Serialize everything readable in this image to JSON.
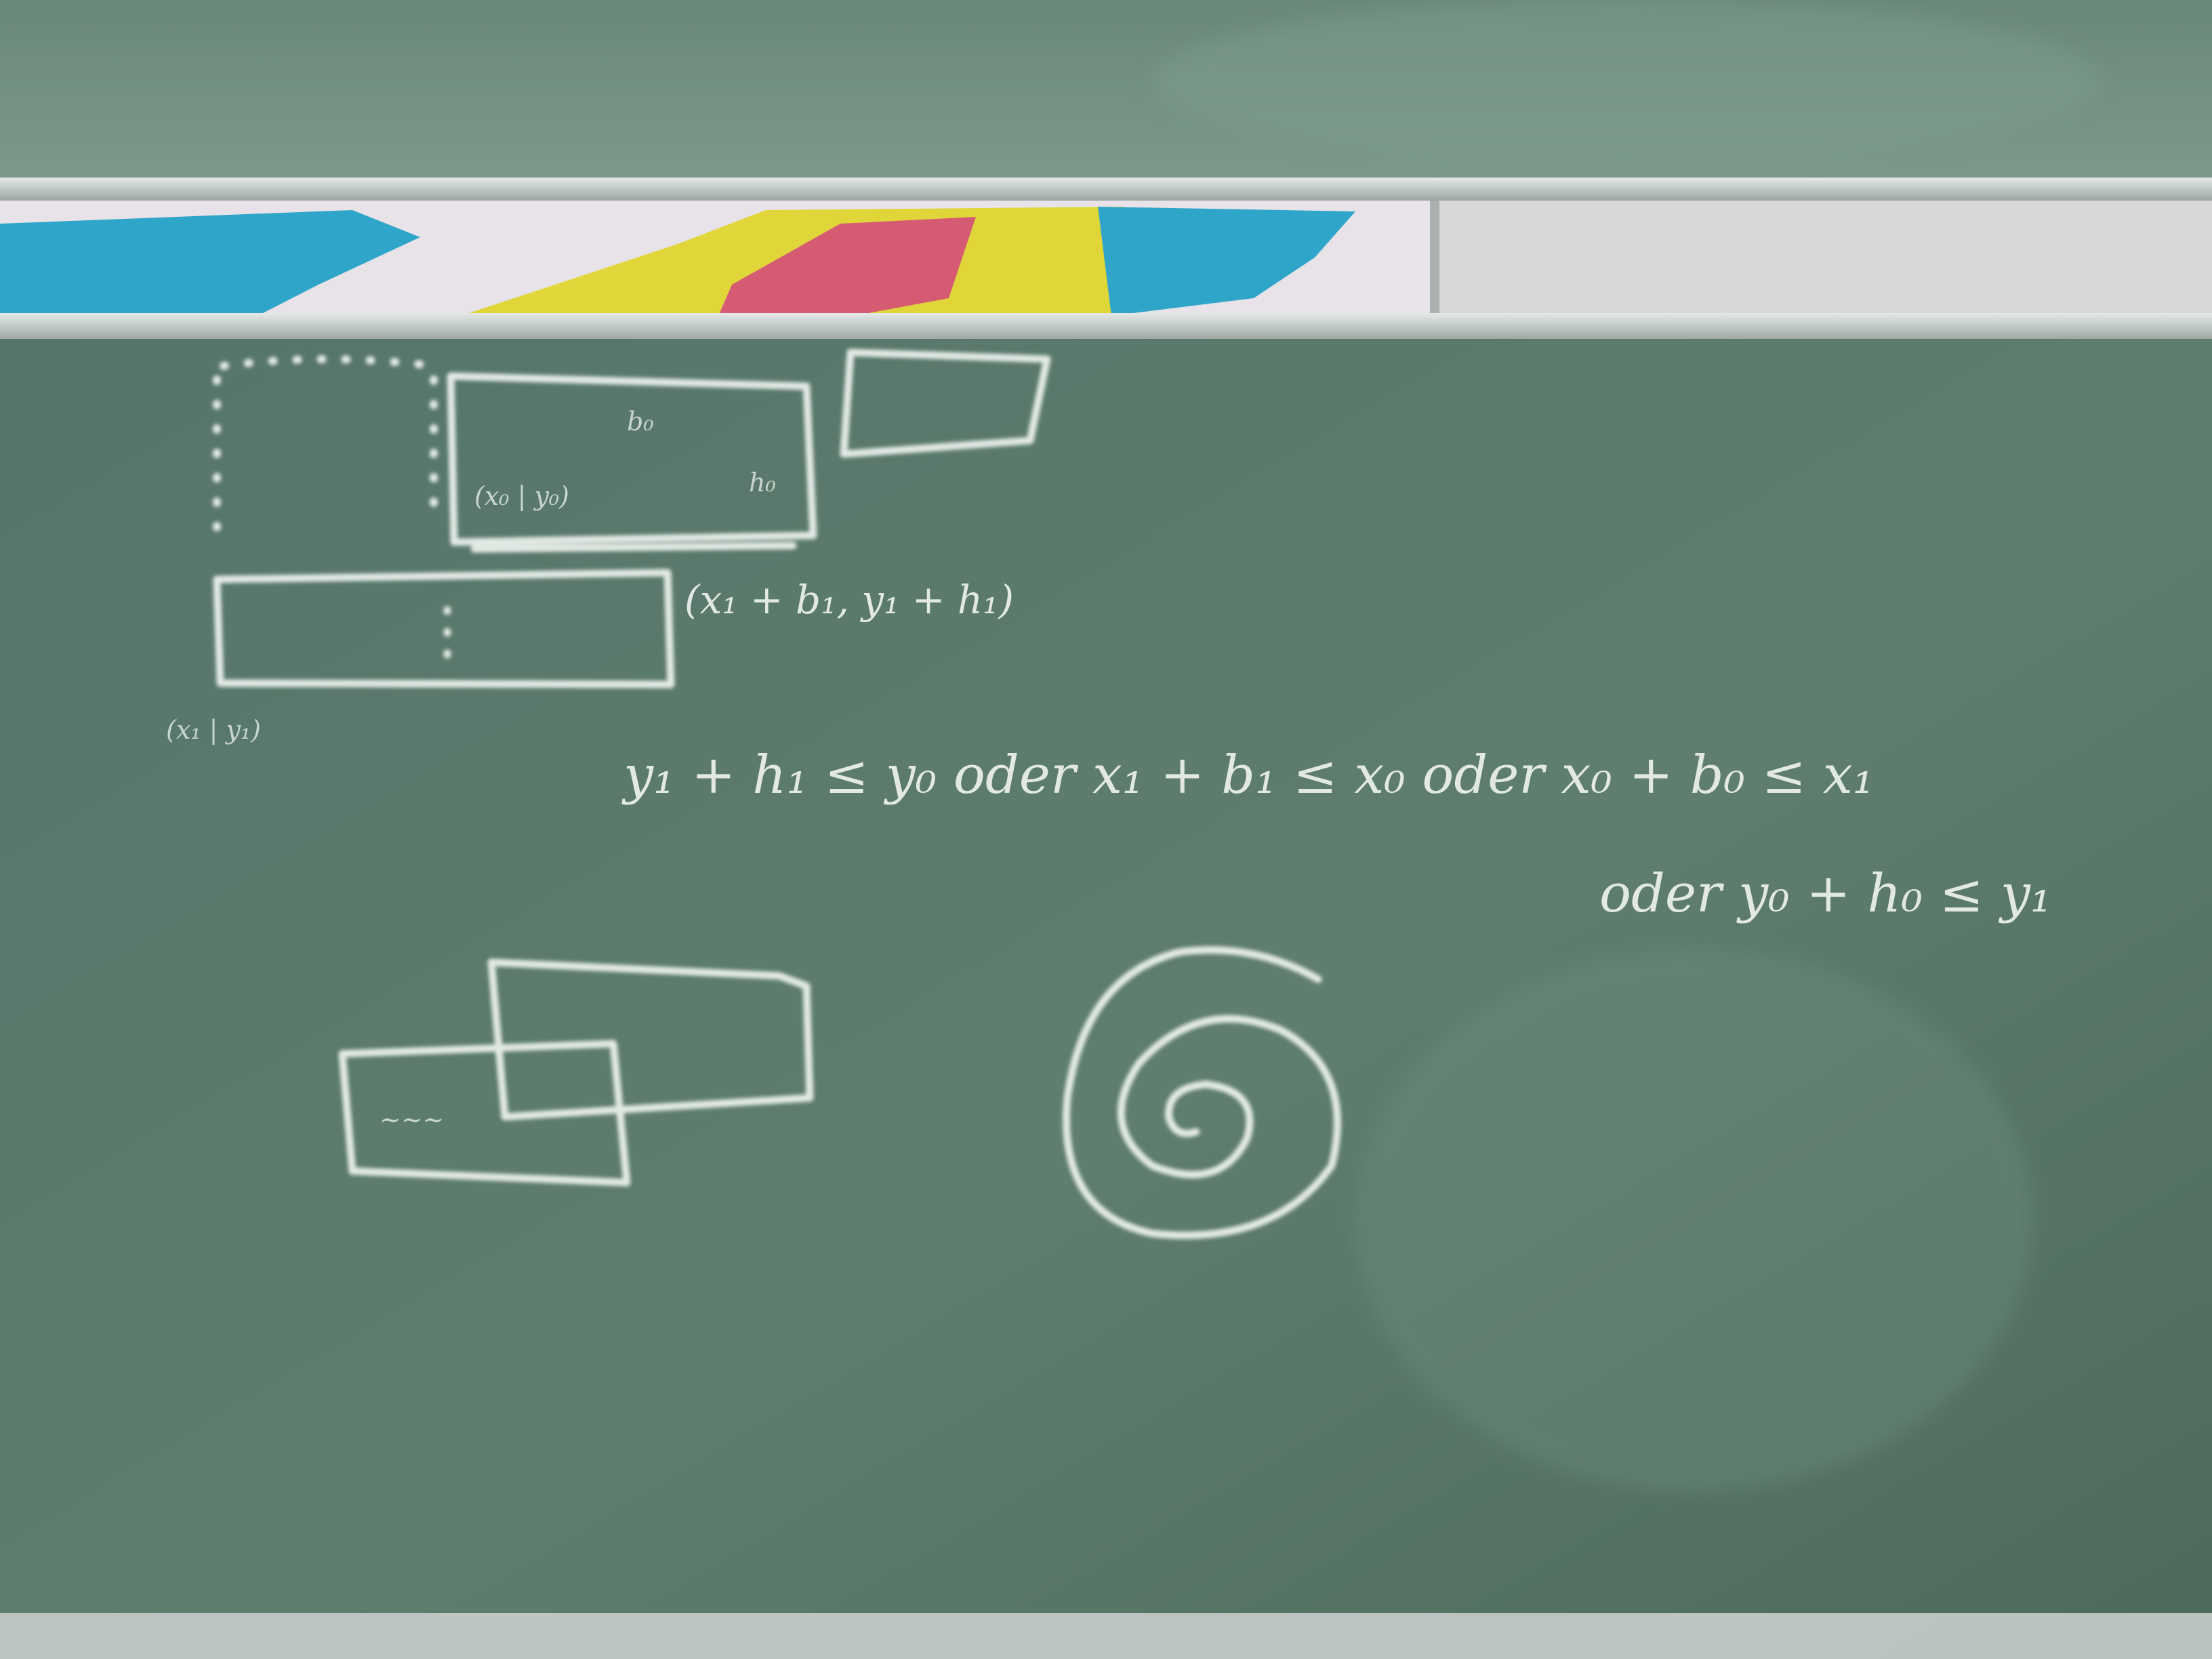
{
  "board": {
    "colors": {
      "board": "#5e7c6c",
      "board_dark": "#4b6758",
      "upper_board": "#6c8a7b",
      "rail": "#c9d0cf",
      "chalk": "#eef3ef",
      "poster_cyan": "#2fa6c9",
      "poster_yellow": "#e0d63a",
      "poster_magenta": "#d2457e"
    },
    "labels": {
      "b0": "b₀",
      "h0": "h₀",
      "corner0": "(x₀ | y₀)",
      "corner_far": "(x₁ + b₁, y₁ + h₁)",
      "corner1": "(x₁ | y₁)"
    },
    "equations": {
      "line1": "y₁ + h₁ ≤ y₀   oder  x₁ + b₁ ≤ x₀   oder  x₀ + b₀ ≤ x₁",
      "line2": "oder  y₀ + h₀ ≤ y₁"
    },
    "annotations": {
      "overlap_note": "~~~"
    }
  }
}
